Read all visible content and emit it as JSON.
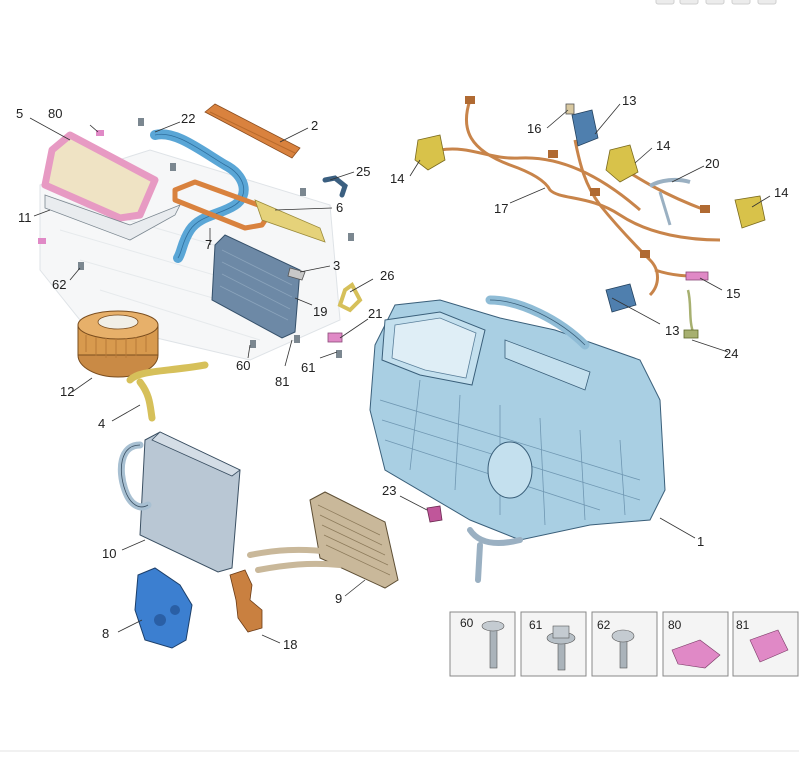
{
  "callouts": {
    "c1": "1",
    "c2": "2",
    "c3": "3",
    "c4": "4",
    "c5": "5",
    "c6": "6",
    "c7": "7",
    "c8": "8",
    "c9": "9",
    "c10": "10",
    "c11": "11",
    "c12": "12",
    "c13a": "13",
    "c13b": "13",
    "c14a": "14",
    "c14b": "14",
    "c14c": "14",
    "c15": "15",
    "c16": "16",
    "c17": "17",
    "c18": "18",
    "c19": "19",
    "c20": "20",
    "c21": "21",
    "c22": "22",
    "c23": "23",
    "c24": "24",
    "c25": "25",
    "c26": "26",
    "c60": "60",
    "c61": "61",
    "c62": "62",
    "c80": "80",
    "c81": "81"
  },
  "thumbnails": [
    {
      "label": "60"
    },
    {
      "label": "61"
    },
    {
      "label": "62"
    },
    {
      "label": "80"
    },
    {
      "label": "81"
    }
  ],
  "colors": {
    "housing": "#a9cfe3",
    "filter_frame": "#e79ac3",
    "duct_orange": "#d9823e",
    "duct_blue": "#5aa6d6",
    "harness": "#c8844a",
    "actuator_yellow": "#d8c24a",
    "actuator_blue": "#4f7fae",
    "cover_blue": "#3c7fd0",
    "bracket_orange": "#c98040",
    "heater_core": "#c9b89a",
    "blower": "#d89a4e",
    "pipe_yellow": "#d6c05a",
    "clip_pink": "#e089c6"
  }
}
